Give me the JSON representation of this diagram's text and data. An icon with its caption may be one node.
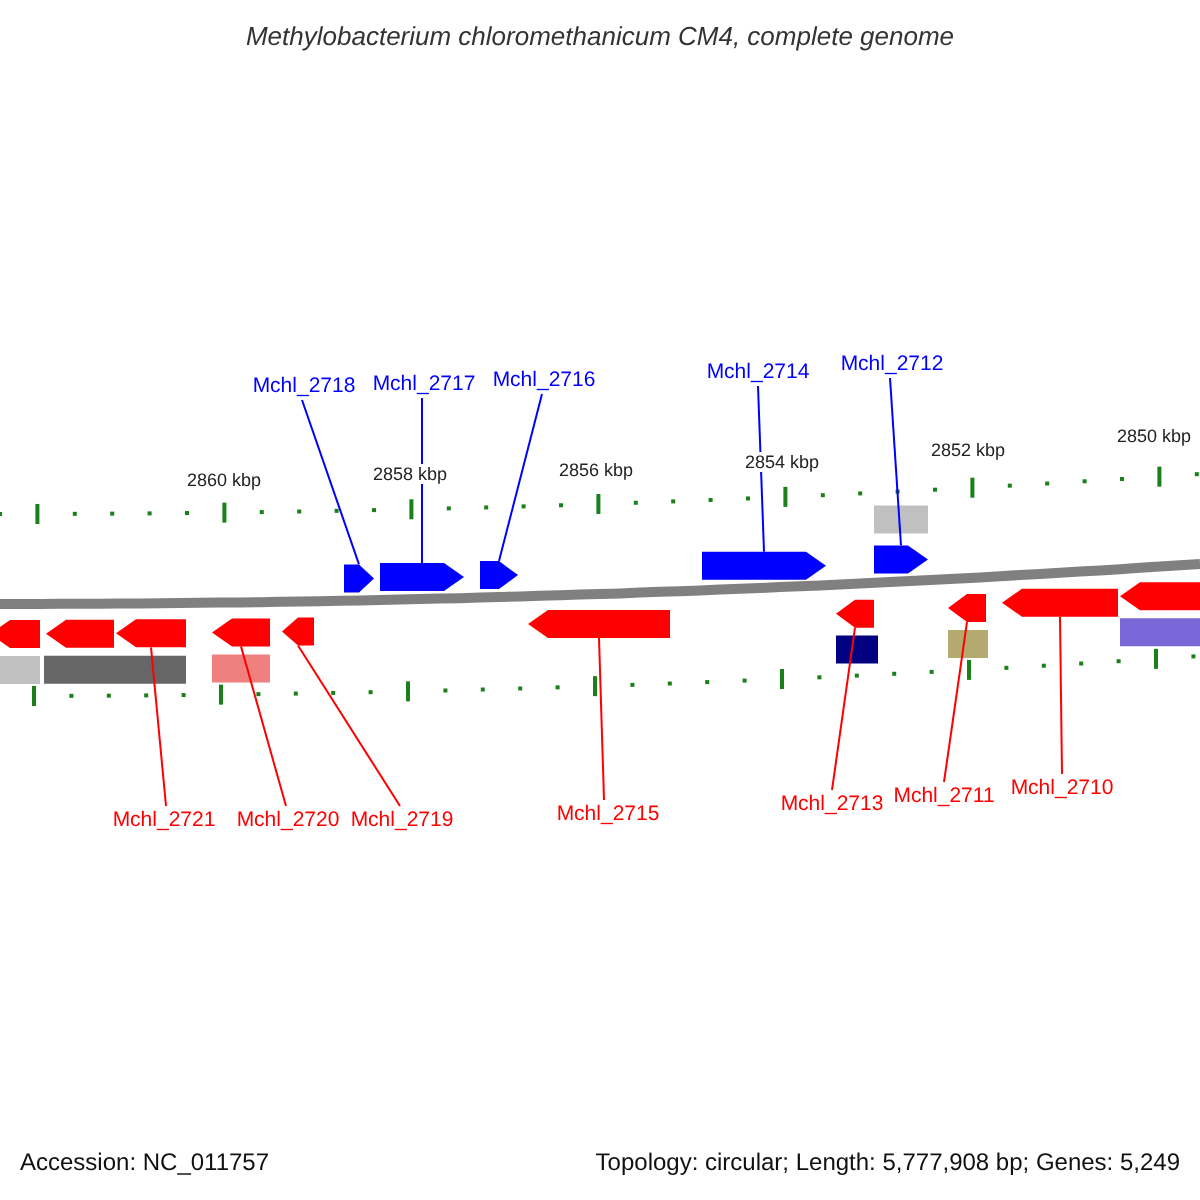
{
  "diagram": {
    "title": "Methylobacterium chloromethanicum CM4, complete genome",
    "nodes": [
      {
        "text": [
          "Mchl_2718"
        ]
      },
      {
        "text": [
          "Mchl_2717"
        ]
      },
      {
        "text": [
          "Mchl_2716"
        ]
      },
      {
        "text": [
          "Mchl_2714"
        ]
      },
      {
        "text": [
          "Mchl_2712"
        ]
      },
      {
        "text": [
          "Mchl_2721"
        ]
      },
      {
        "text": [
          "Mchl_2720"
        ]
      },
      {
        "text": [
          "Mchl_2719"
        ]
      },
      {
        "text": [
          "Mchl_2715"
        ]
      },
      {
        "text": [
          "Mchl_2713"
        ]
      },
      {
        "text": [
          "Mchl_2711"
        ]
      },
      {
        "text": [
          "Mchl_2710"
        ]
      },
      {
        "text": [],
        "shape": "arrow"
      },
      {
        "text": [],
        "shape": "arrow"
      },
      {
        "text": [],
        "shape": "arrow"
      },
      {
        "text": [],
        "shape": "arrow"
      },
      {
        "text": [],
        "shape": "arrow"
      },
      {
        "text": [],
        "shape": "arrow"
      },
      {
        "text": [],
        "shape": "arrow"
      },
      {
        "text": [],
        "shape": "arrow"
      },
      {
        "text": [],
        "shape": "arrow"
      },
      {
        "text": [],
        "shape": "arrow"
      },
      {
        "text": [],
        "shape": "arrow"
      },
      {
        "text": [],
        "shape": "arrow"
      },
      {
        "text": [],
        "shape": "arrow"
      },
      {
        "text": [],
        "shape": "arrow"
      },
      {
        "text": [],
        "shape": "arrow"
      },
      {
        "text": [],
        "shape": "bar"
      },
      {
        "text": [],
        "shape": "bar"
      },
      {
        "text": [],
        "shape": "bar"
      },
      {
        "text": [],
        "shape": "bar"
      },
      {
        "text": [],
        "shape": "bar"
      },
      {
        "text": [],
        "shape": "bar"
      },
      {
        "text": [],
        "shape": "bar"
      }
    ],
    "edges": [
      {
        "from": 0,
        "to": 12,
        "arrow": "none",
        "color": "#0000ff"
      },
      {
        "from": 1,
        "to": 13,
        "arrow": "none",
        "color": "#0000ff"
      },
      {
        "from": 2,
        "to": 14,
        "arrow": "none",
        "color": "#0000ff"
      },
      {
        "from": 3,
        "to": 15,
        "arrow": "none",
        "color": "#0000ff"
      },
      {
        "from": 4,
        "to": 16,
        "arrow": "none",
        "color": "#0000ff"
      },
      {
        "from": 5,
        "to": 17,
        "arrow": "none"
      },
      {
        "from": 6,
        "to": 18,
        "arrow": "none"
      },
      {
        "from": 7,
        "to": 19,
        "arrow": "none"
      },
      {
        "from": 8,
        "to": 20,
        "arrow": "none"
      },
      {
        "from": 9,
        "to": 21,
        "arrow": "none"
      },
      {
        "from": 10,
        "to": 22,
        "arrow": "none"
      },
      {
        "from": 11,
        "to": 23,
        "arrow": "none"
      }
    ],
    "labels": [
      "2860 kbp",
      "2858 kbp",
      "2856 kbp",
      "2854 kbp",
      "2852 kbp",
      "2850 kbp",
      "Accession: NC_011757",
      "Topology: circular; Length: 5,777,908 bp; Genes: 5,249"
    ]
  }
}
